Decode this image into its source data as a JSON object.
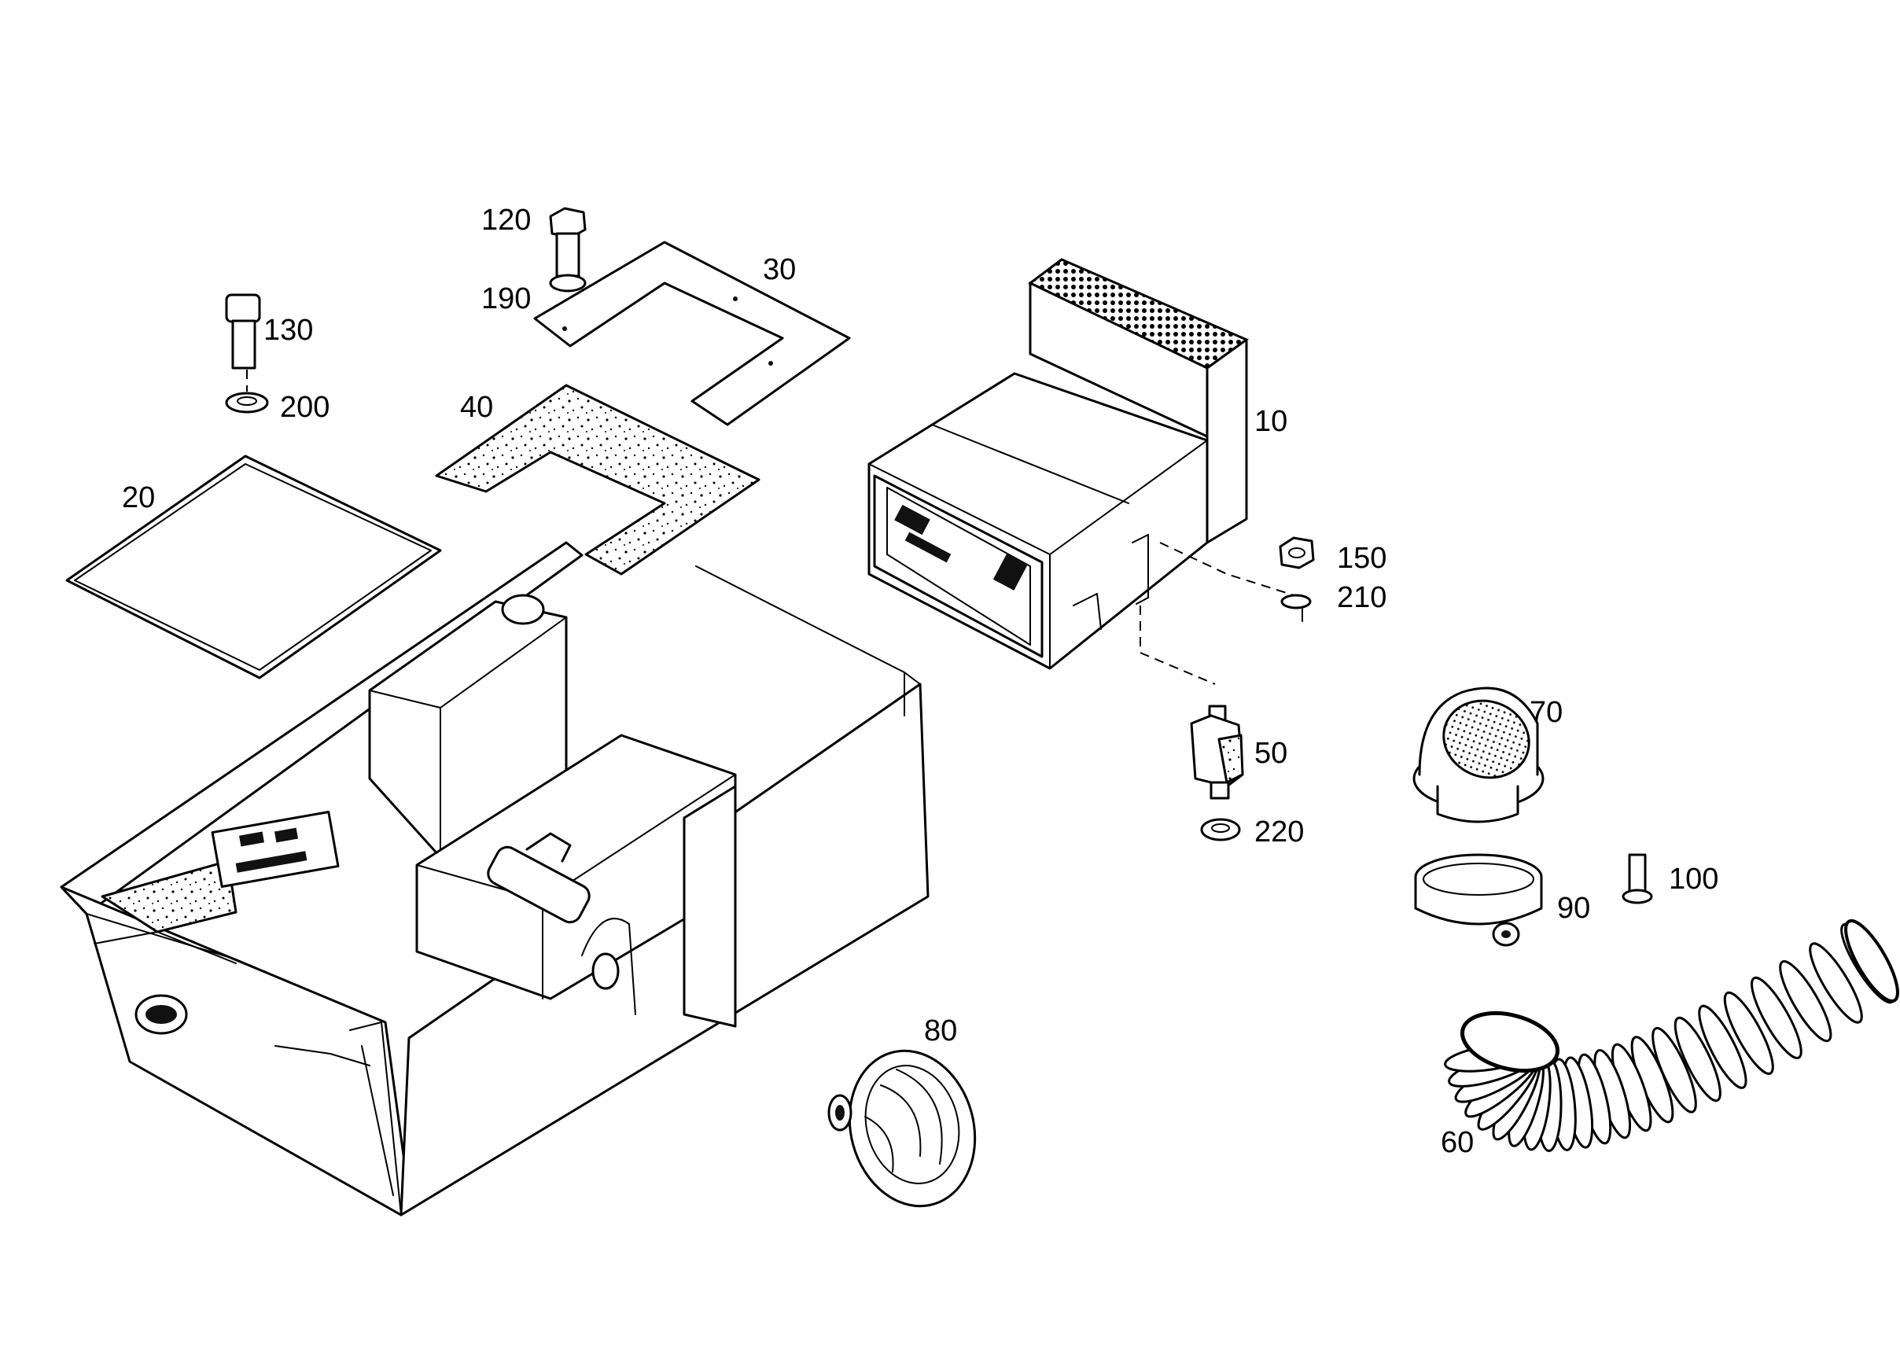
{
  "diagram": {
    "callouts": [
      {
        "id": "10",
        "text": "10"
      },
      {
        "id": "20",
        "text": "20"
      },
      {
        "id": "30",
        "text": "30"
      },
      {
        "id": "40",
        "text": "40"
      },
      {
        "id": "50",
        "text": "50"
      },
      {
        "id": "60",
        "text": "60"
      },
      {
        "id": "70",
        "text": "70"
      },
      {
        "id": "80",
        "text": "80"
      },
      {
        "id": "90",
        "text": "90"
      },
      {
        "id": "100",
        "text": "100"
      },
      {
        "id": "120",
        "text": "120"
      },
      {
        "id": "130",
        "text": "130"
      },
      {
        "id": "150",
        "text": "150"
      },
      {
        "id": "190",
        "text": "190"
      },
      {
        "id": "200",
        "text": "200"
      },
      {
        "id": "210",
        "text": "210"
      },
      {
        "id": "220",
        "text": "220"
      }
    ]
  }
}
